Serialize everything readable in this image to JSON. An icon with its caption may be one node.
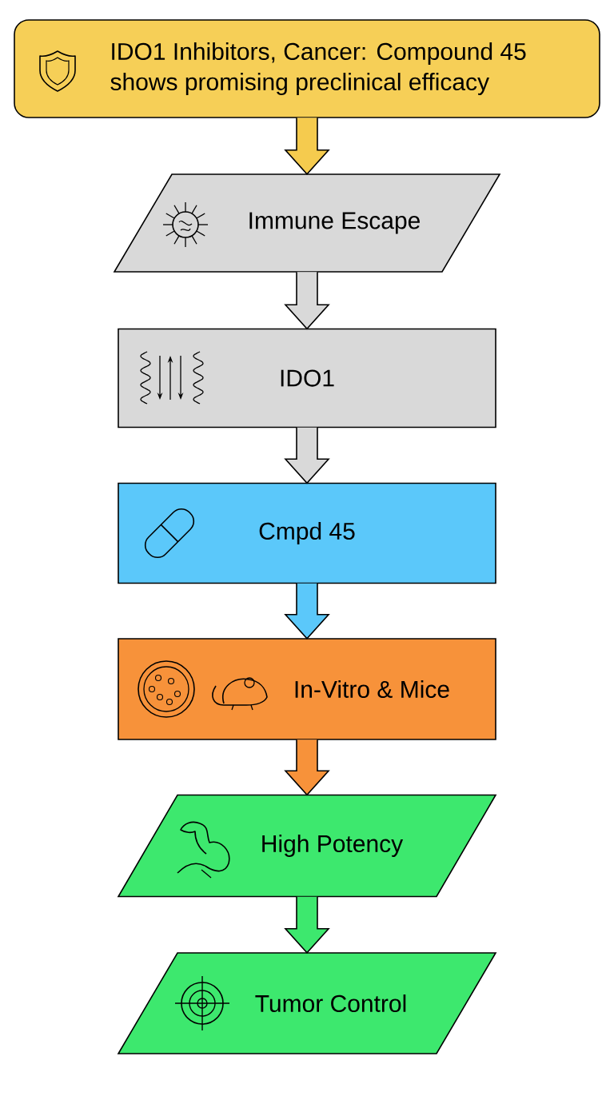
{
  "diagram": {
    "nodes": [
      {
        "text": [
          "IDO1 Inhibitors, Cancer: Compound 45 shows promising preclinical efficacy"
        ]
      },
      {
        "text": [
          "Immune Escape"
        ]
      },
      {
        "text": [
          "IDO1"
        ]
      },
      {
        "text": [
          "Cmpd 45"
        ]
      },
      {
        "text": [
          "In-Vitro & Mice"
        ]
      },
      {
        "text": [
          "High Potency"
        ]
      },
      {
        "text": [
          "Tumor Control"
        ]
      }
    ],
    "edges": [
      {
        "from": 0,
        "to": 1,
        "arrow": "to",
        "color": "#f5cb4e"
      },
      {
        "from": 1,
        "to": 2,
        "arrow": "to",
        "color": "#d9d9d9"
      },
      {
        "from": 2,
        "to": 3,
        "arrow": "to",
        "color": "#d9d9d9"
      },
      {
        "from": 3,
        "to": 4,
        "arrow": "to",
        "color": "#5bc8fa"
      },
      {
        "from": 4,
        "to": 5,
        "arrow": "to",
        "color": "#f7923a"
      },
      {
        "from": 5,
        "to": 6,
        "arrow": "to",
        "color": "#3de86e"
      }
    ]
  }
}
